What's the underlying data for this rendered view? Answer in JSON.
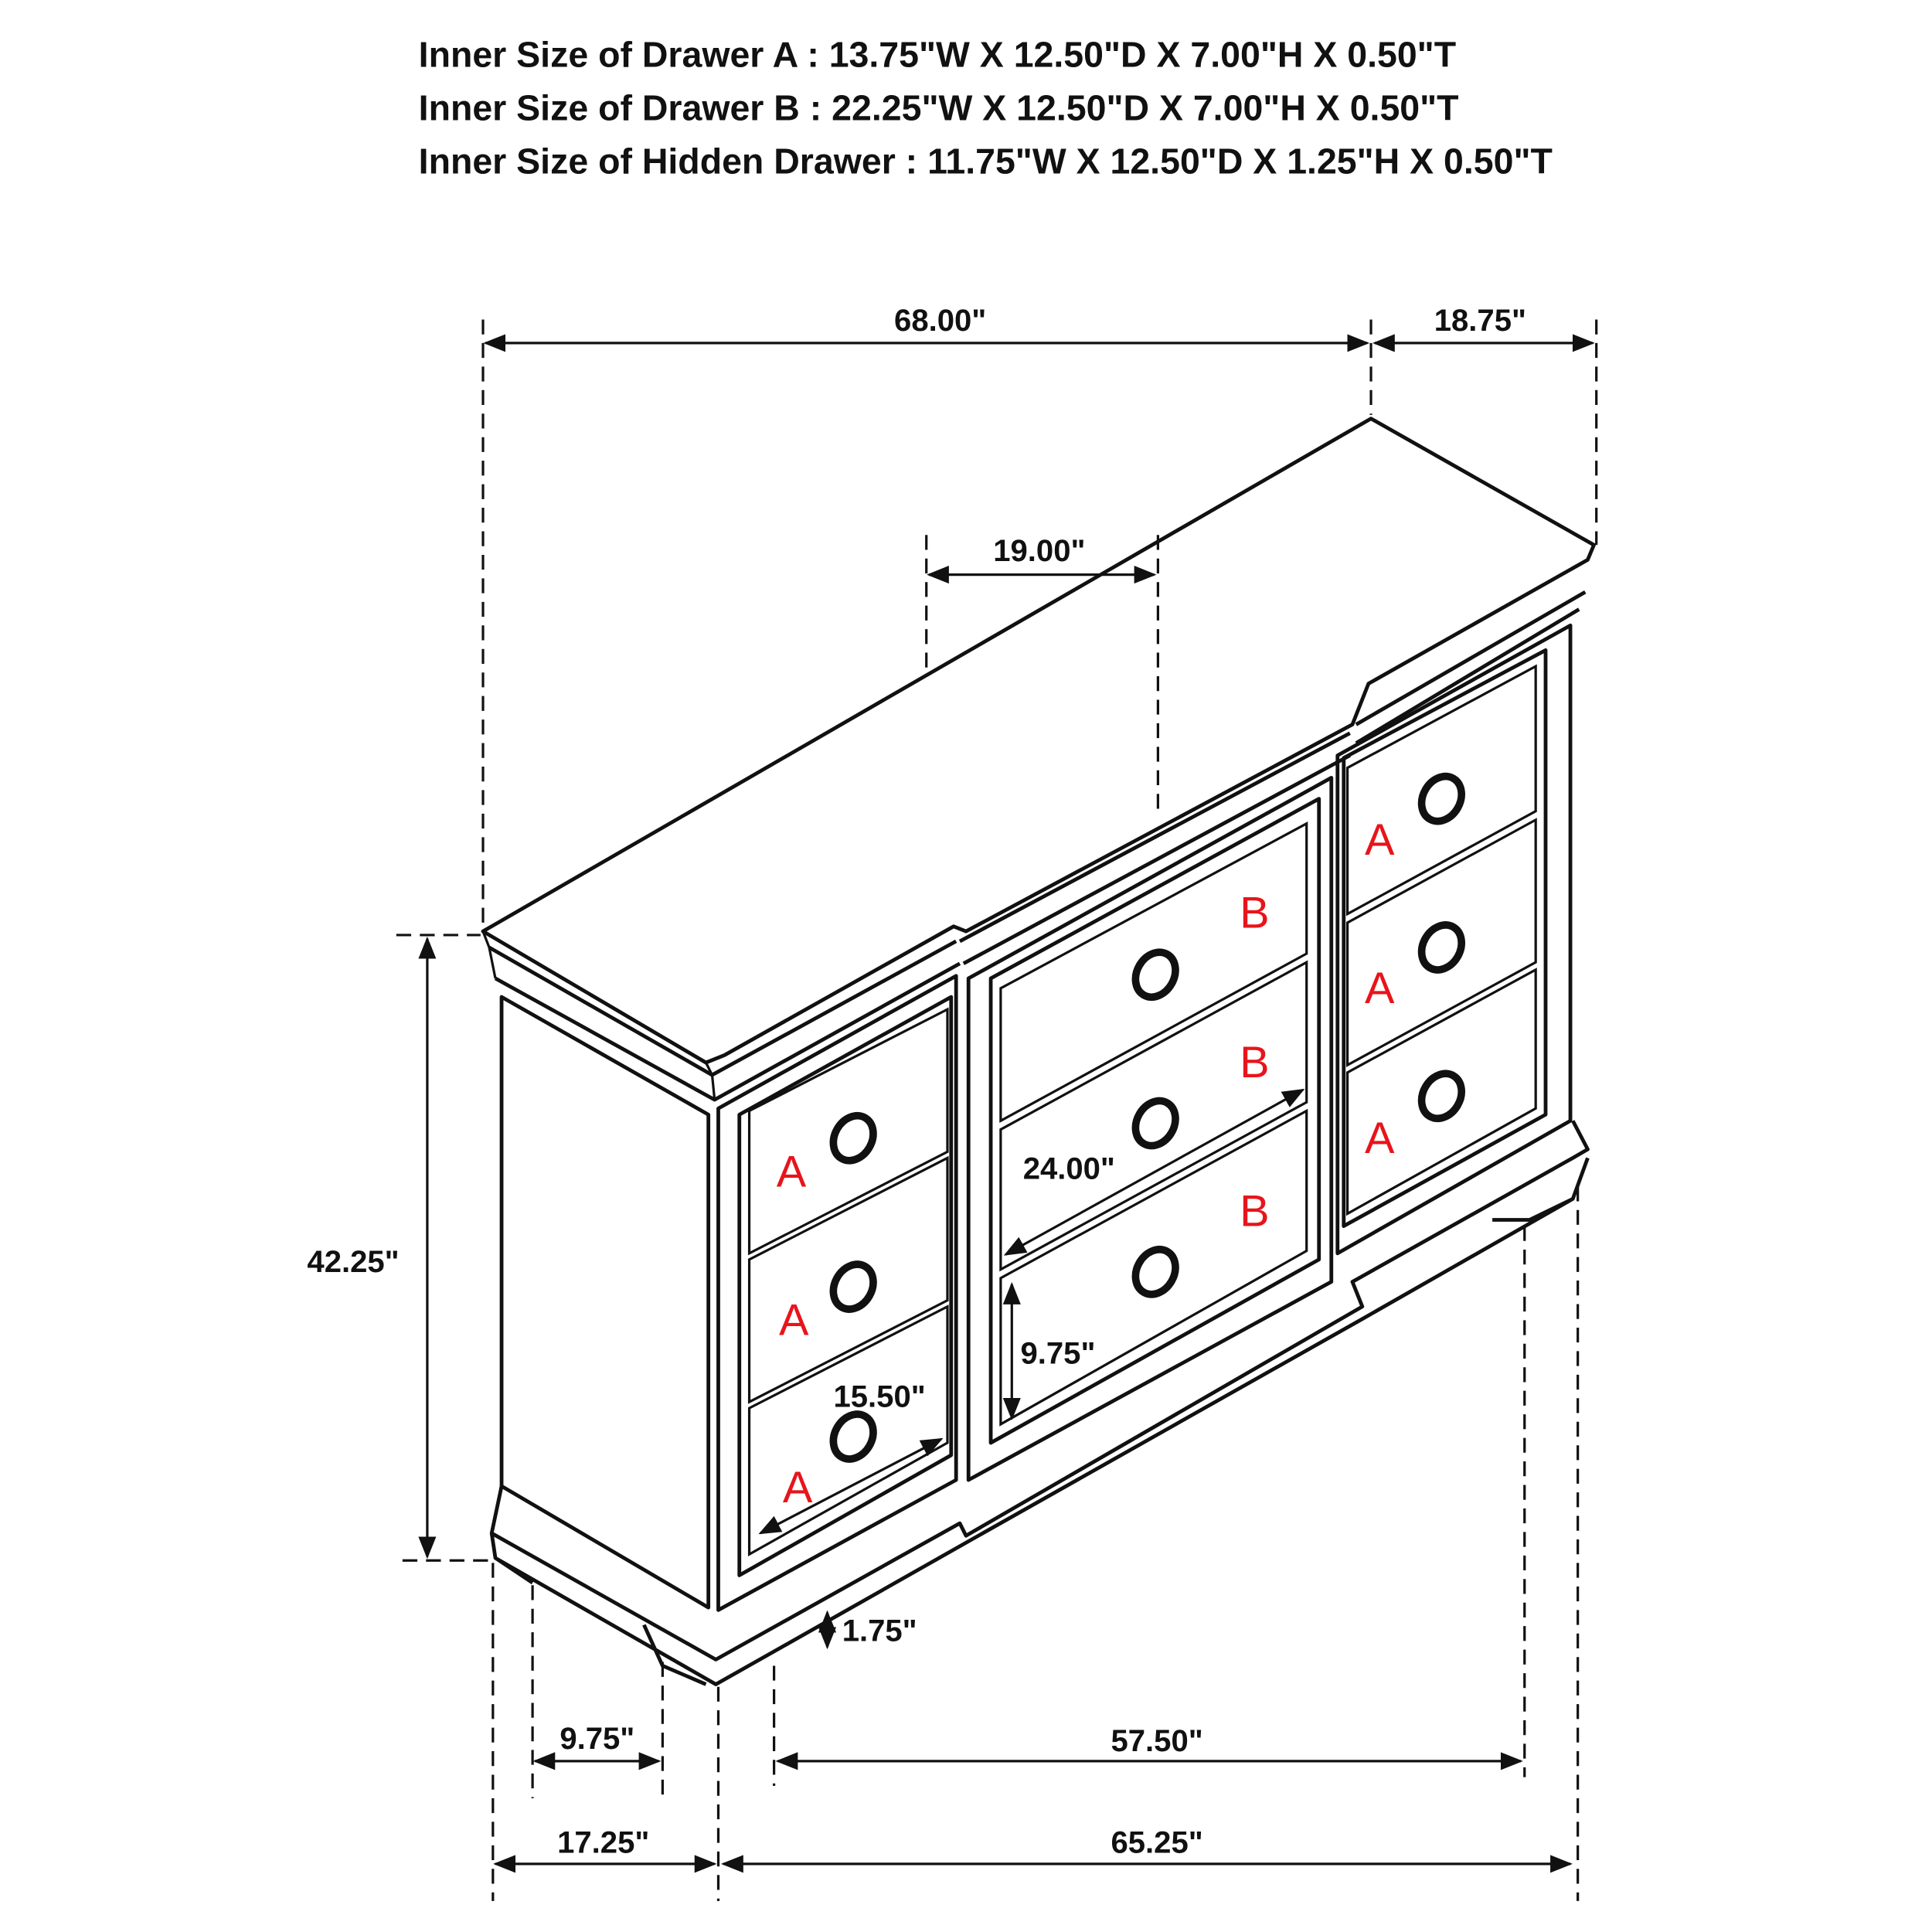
{
  "header": {
    "lines": [
      "Inner Size of Drawer A : 13.75\"W X 12.50\"D X 7.00\"H X 0.50\"T",
      "Inner Size of Drawer B : 22.25\"W X 12.50\"D X 7.00\"H X 0.50\"T",
      "Inner Size of Hidden Drawer : 11.75\"W X 12.50\"D X 1.25\"H X 0.50\"T"
    ]
  },
  "dimensions": {
    "overall_width": "68.00\"",
    "depth": "18.75\"",
    "hidden_drawer_width": "19.00\"",
    "height": "42.25\"",
    "drawer_b_width": "24.00\"",
    "drawer_b_height": "9.75\"",
    "drawer_a_width": "15.50\"",
    "base_height": "1.75\"",
    "foot_side_span": "9.75\"",
    "foot_front_span": "57.50\"",
    "base_depth": "17.25\"",
    "base_width": "65.25\""
  },
  "drawer_labels": {
    "left": [
      "A",
      "A",
      "A"
    ],
    "center": [
      "B",
      "B",
      "B"
    ],
    "right": [
      "A",
      "A",
      "A"
    ]
  },
  "colors": {
    "line": "#111111",
    "label": "#e8141b",
    "background": "#ffffff"
  }
}
